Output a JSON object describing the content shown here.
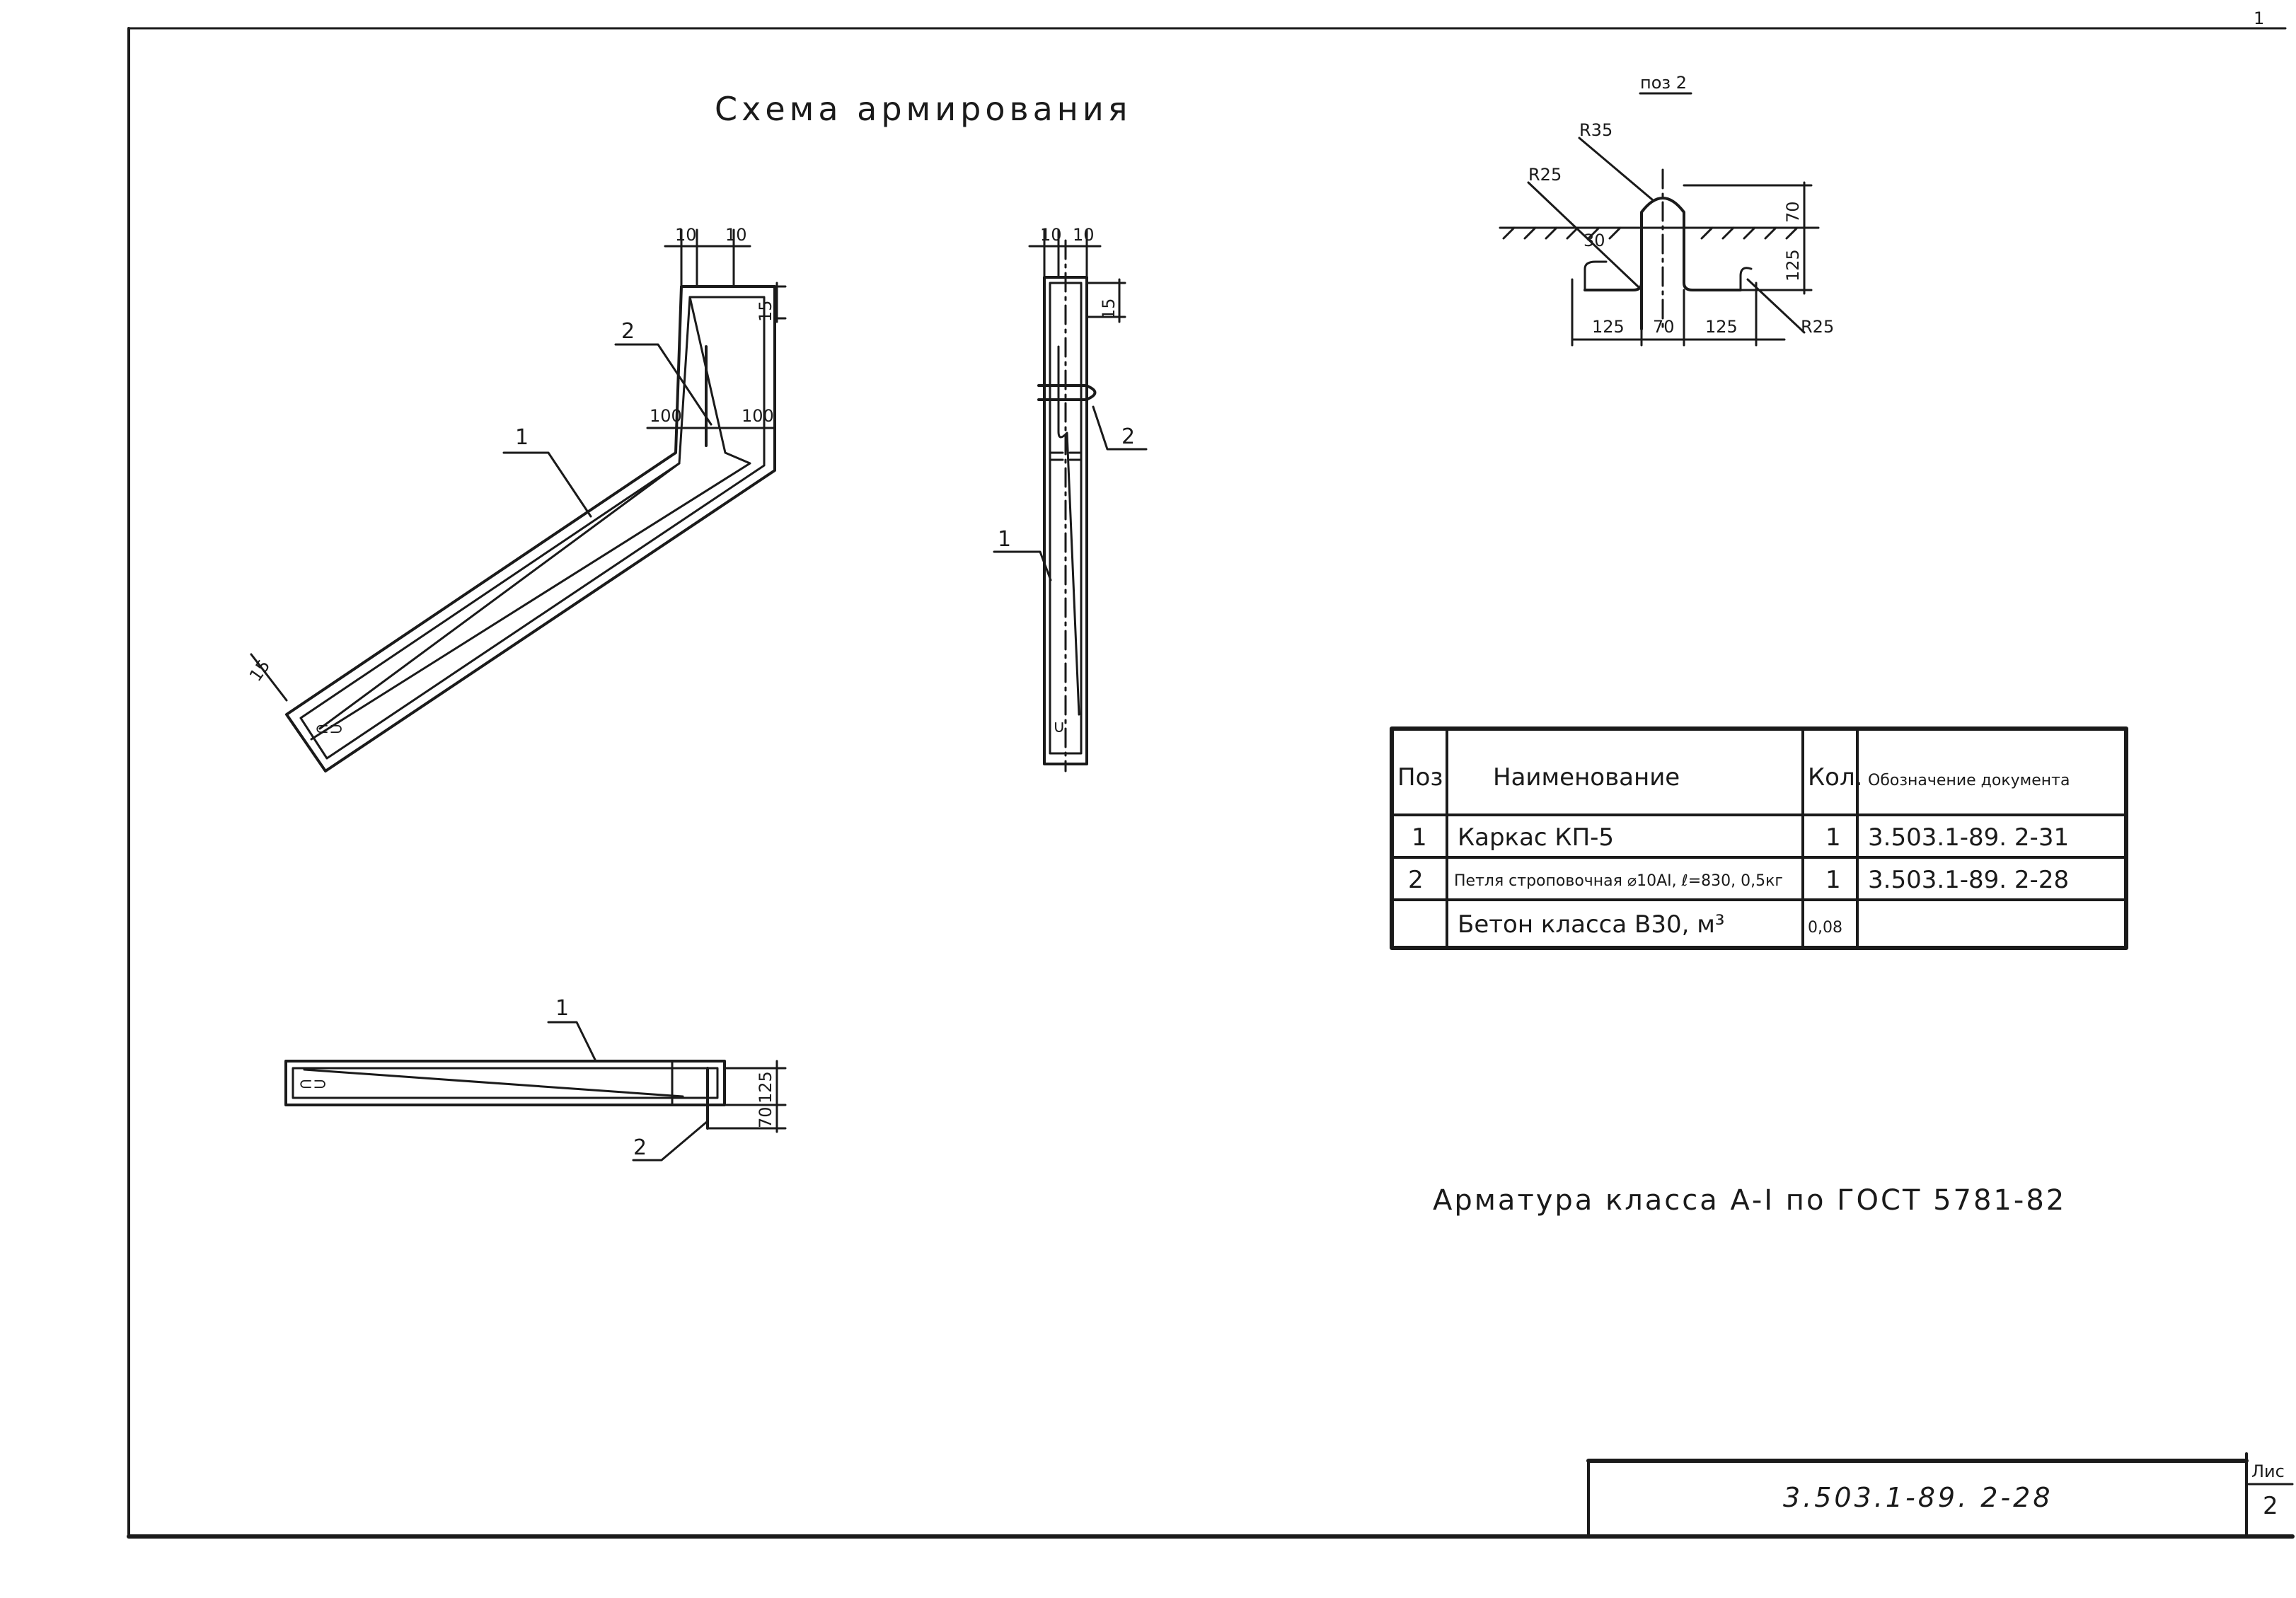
{
  "drawing": {
    "title": "Схема армирования",
    "detail_title": "поз 2",
    "note": "Арматура класса А-I по ГОСТ 5781-82",
    "stamp": {
      "code": "3.503.1-89. 2-28",
      "sheet_label": "Лис",
      "sheet_number": "2"
    },
    "top_mark": "1"
  },
  "views": {
    "angled": {
      "dims": {
        "top_left_gap": "10",
        "top_right_gap": "10",
        "top_height": "15",
        "bend_left": "100",
        "bend_right": "100",
        "bottom_offset": "15"
      },
      "labels": {
        "pos1": "1",
        "pos2": "2"
      }
    },
    "side": {
      "dims": {
        "top_left_gap": "10",
        "top_right_gap": "10",
        "top_height": "15"
      },
      "labels": {
        "pos1": "1",
        "pos2": "2"
      }
    },
    "plan": {
      "dims": {
        "height_outer": "125",
        "height_inner": "70"
      },
      "labels": {
        "pos1": "1",
        "pos2": "2"
      }
    },
    "detail": {
      "dims": {
        "r_top": "R35",
        "r_left": "R25",
        "r_right": "R25",
        "angle": "30",
        "height_top": "70",
        "height_bottom": "125",
        "base_left": "125",
        "base_mid": "70",
        "base_right": "125"
      }
    }
  },
  "spec_table": {
    "headers": {
      "pos": "Поз.",
      "name": "Наименование",
      "qty": "Кол.",
      "doc": "Обозначение документа"
    },
    "rows": [
      {
        "pos": "1",
        "name": "Каркас КП-5",
        "qty": "1",
        "doc": "3.503.1-89. 2-31"
      },
      {
        "pos": "2",
        "name": "Петля строповочная ⌀10АI, ℓ=830, 0,5кг",
        "qty": "1",
        "doc": "3.503.1-89. 2-28"
      },
      {
        "pos": "",
        "name": "Бетон класса В30, м³",
        "qty": "0,08",
        "doc": ""
      }
    ]
  }
}
